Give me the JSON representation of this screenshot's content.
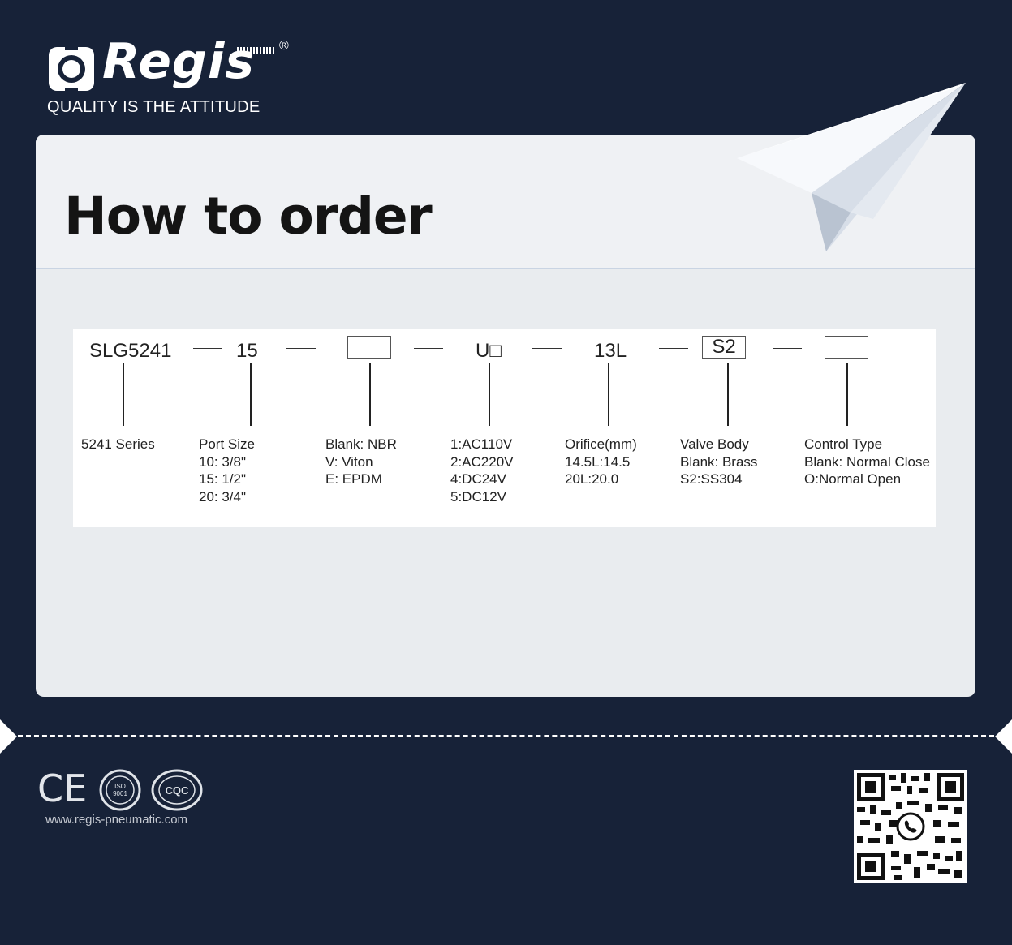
{
  "brand": {
    "name": "Regis",
    "registered": "®",
    "tagline": "QUALITY IS THE ATTITUDE"
  },
  "title": "How to order",
  "order_code": {
    "parts": [
      {
        "code": "SLG5241",
        "style": "text",
        "desc": [
          "5241 Series"
        ]
      },
      {
        "code": "15",
        "style": "text",
        "desc": [
          "Port Size",
          "10: 3/8\"",
          "15: 1/2\"",
          "20: 3/4\""
        ]
      },
      {
        "code": "",
        "style": "box",
        "desc": [
          "Blank: NBR",
          "V: Viton",
          "E: EPDM"
        ]
      },
      {
        "code": "U□",
        "style": "text",
        "desc": [
          "1:AC110V",
          "2:AC220V",
          "4:DC24V",
          "5:DC12V"
        ]
      },
      {
        "code": "13L",
        "style": "text",
        "desc": [
          "Orifice(mm)",
          "14.5L:14.5",
          "20L:20.0"
        ]
      },
      {
        "code": "S2",
        "style": "box",
        "desc": [
          "Valve Body",
          "Blank: Brass",
          "S2:SS304"
        ]
      },
      {
        "code": "",
        "style": "box",
        "desc": [
          "Control Type",
          "Blank: Normal Close",
          "O:Normal Open"
        ]
      }
    ]
  },
  "footer": {
    "certifications": [
      {
        "icon": "ce-mark-icon",
        "text": "CE"
      },
      {
        "icon": "iso-9001-seal-icon",
        "text": "ISO 9001"
      },
      {
        "icon": "cqc-seal-icon",
        "text": "CQC"
      }
    ],
    "website": "www.regis-pneumatic.com",
    "qr_icon": "whatsapp-icon"
  },
  "colors": {
    "background": "#172238",
    "card": "#e9ecef",
    "title": "#141414",
    "white": "#ffffff"
  }
}
